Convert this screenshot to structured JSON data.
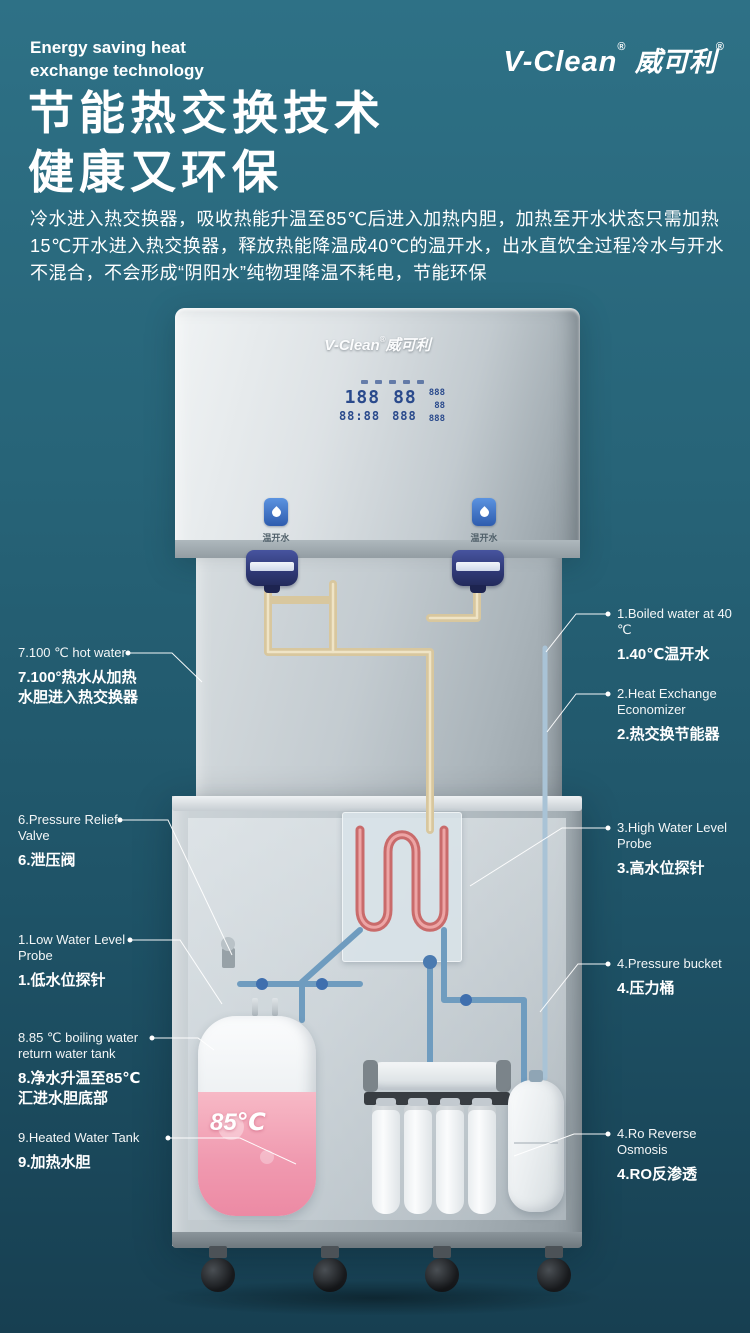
{
  "colors": {
    "bg_top": "#2e7186",
    "bg_bottom": "#173f51",
    "accent_blue": "#2e5cae",
    "pipe_hot": "#d8c79e",
    "pipe_cold": "#6f9cbf",
    "coil_red": "#c96b6b",
    "tank_pink": "#f09ab0"
  },
  "header": {
    "tagline_line1": "Energy saving heat",
    "tagline_line2": "exchange technology",
    "brand": "V-Clean",
    "brand_reg": "®",
    "brand_cn": "威可利",
    "brand_cn_reg": "®"
  },
  "title": {
    "line1": "节能热交换技术",
    "line2": "健康又环保"
  },
  "description": "冷水进入热交换器，吸收热能升温至85℃后进入加热内胆，加热至开水状态只需加热15℃开水进入热交换器，释放热能降温成40℃的温开水，出水直饮全过程冷水与开水不混合，不会形成“阴阳水”纯物理降温不耗电，节能环保",
  "machine": {
    "logo": "V-Clean",
    "logo_reg": "®",
    "logo_cn": "威可利",
    "display": {
      "d1": "188",
      "d2": "88",
      "d3": "88:88",
      "d4": "888",
      "d5": "888",
      "d6": "88",
      "d7": "888"
    },
    "left_tap_label": "温开水",
    "right_tap_label": "温开水",
    "tank_temp": "85℃"
  },
  "callouts_left": [
    {
      "en": "7.100 ℃ hot water",
      "cn": "7.100°热水从加热\n水胆进入热交换器"
    },
    {
      "en": "6.Pressure Relief\nValve",
      "cn": "6.泄压阀"
    },
    {
      "en": "1.Low Water Level\nProbe",
      "cn": "1.低水位探针"
    },
    {
      "en": "8.85 ℃ boiling water\nreturn water tank",
      "cn": "8.净水升温至85℃\n汇进水胆底部"
    },
    {
      "en": "9.Heated Water Tank",
      "cn": "9.加热水胆"
    }
  ],
  "callouts_right": [
    {
      "en": "1.Boiled water at 40 ℃",
      "cn": "1.40℃温开水"
    },
    {
      "en": "2.Heat Exchange\nEconomizer",
      "cn": "2.热交换节能器"
    },
    {
      "en": "3.High Water Level\nProbe",
      "cn": "3.高水位探针"
    },
    {
      "en": "4.Pressure bucket",
      "cn": "4.压力桶"
    },
    {
      "en": "4.Ro Reverse Osmosis",
      "cn": "4.RO反渗透"
    }
  ]
}
